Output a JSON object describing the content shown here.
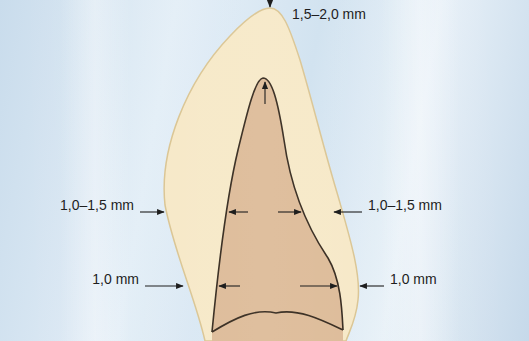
{
  "diagram": {
    "labels": [
      "1,5–2,0 mm",
      "1,0–1,5 mm",
      "1,0–1,5 mm",
      "1,0 mm",
      "1,0 mm"
    ]
  }
}
